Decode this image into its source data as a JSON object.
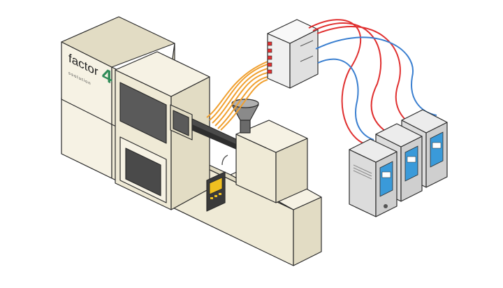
{
  "logo": {
    "text": "factor",
    "number": "4",
    "tagline": "ssolution"
  },
  "colors": {
    "machine_body": "#efead6",
    "machine_outline": "#2b2b2b",
    "window_dark": "#5a5a5a",
    "cabinet_body": "#e4e4e4",
    "cabinet_panel": "#3a9ad9",
    "hose_red": "#e03030",
    "hose_blue": "#3a7fd0",
    "hose_orange": "#f0a030",
    "controller_screen": "#f0c020"
  },
  "icons": [
    "injection-molding-machine",
    "hopper",
    "controller-pendant",
    "manifold-box",
    "temperature-controller-cabinet"
  ]
}
